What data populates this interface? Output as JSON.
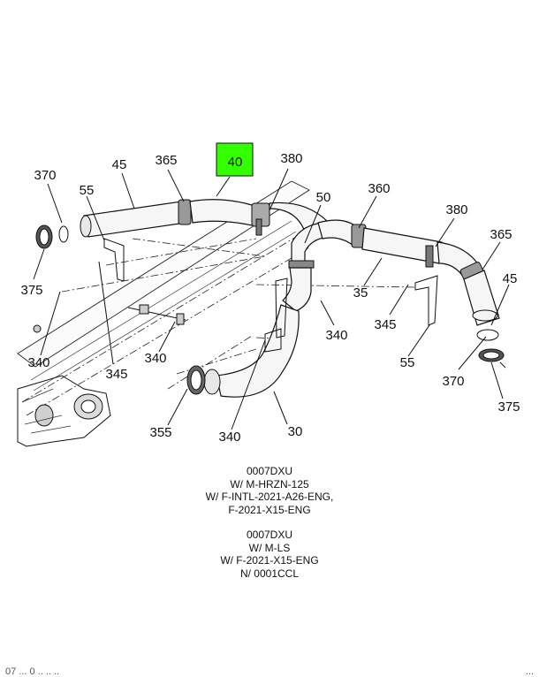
{
  "diagram": {
    "highlight_color": "#33ff00",
    "highlighted_part": "40",
    "callouts": {
      "c370a": "370",
      "c45a": "45",
      "c365a": "365",
      "c40": "40",
      "c380a": "380",
      "c55a": "55",
      "c50": "50",
      "c360": "360",
      "c380b": "380",
      "c365b": "365",
      "c375a": "375",
      "c35": "35",
      "c45b": "45",
      "c340a": "340",
      "c345a": "345",
      "c340b": "340",
      "c340c": "340",
      "c345b": "345",
      "c55b": "55",
      "c370b": "370",
      "c375b": "375",
      "c355": "355",
      "c340d": "340",
      "c30": "30"
    }
  },
  "notes": {
    "block1": [
      "0007DXU",
      "W/ M-HRZN-125",
      "W/ F-INTL-2021-A26-ENG,",
      "F-2021-X15-ENG"
    ],
    "block2": [
      "0007DXU",
      "W/ M-LS",
      "W/ F-2021-X15-ENG",
      "N/ 0001CCL"
    ]
  },
  "footer": {
    "left": "07 ... 0 .. .. ..",
    "right": "..."
  }
}
